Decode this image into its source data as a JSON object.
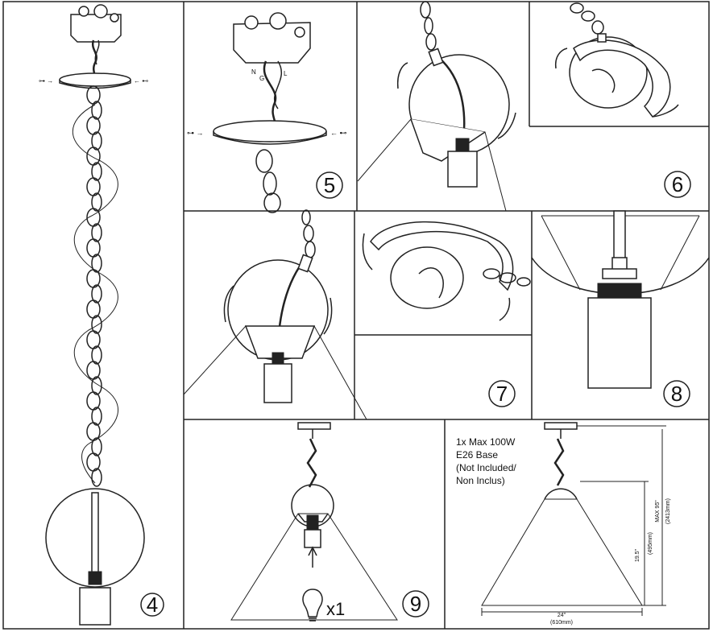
{
  "steps": {
    "s4": "4",
    "s5": "5",
    "s6": "6",
    "s7": "7",
    "s8": "8",
    "s9": "9"
  },
  "bulb_qty": "x1",
  "spec": {
    "line1": "1x Max 100W",
    "line2": "E26 Base",
    "line3": "(Not Included/",
    "line4": "Non Inclus)"
  },
  "dims": {
    "width_in": "24\"",
    "width_mm": "(610mm)",
    "height_in": "19.5\"",
    "height_mm": "(495mm)",
    "max_in": "MAX 95\"",
    "max_mm": "(2413mm)"
  },
  "wire_labels": {
    "n": "N",
    "g": "G",
    "l": "L"
  }
}
